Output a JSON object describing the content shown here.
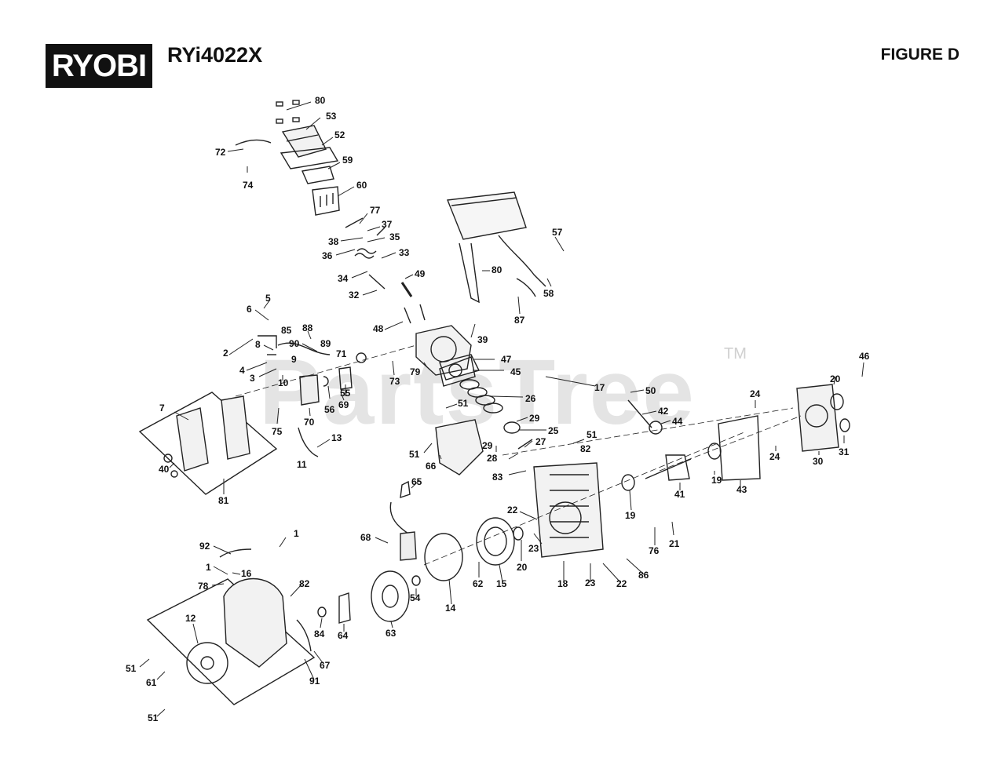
{
  "header": {
    "brand": "RYOBI",
    "model": "RYi4022X",
    "figure": "FIGURE D"
  },
  "watermark": {
    "text": "PartsTree",
    "tm": "TM"
  },
  "parts": [
    {
      "n": "80"
    },
    {
      "n": "53"
    },
    {
      "n": "52"
    },
    {
      "n": "72"
    },
    {
      "n": "74"
    },
    {
      "n": "59"
    },
    {
      "n": "60"
    },
    {
      "n": "77"
    },
    {
      "n": "37"
    },
    {
      "n": "38"
    },
    {
      "n": "35"
    },
    {
      "n": "36"
    },
    {
      "n": "33"
    },
    {
      "n": "34"
    },
    {
      "n": "49"
    },
    {
      "n": "32"
    },
    {
      "n": "57"
    },
    {
      "n": "80"
    },
    {
      "n": "58"
    },
    {
      "n": "87"
    },
    {
      "n": "5"
    },
    {
      "n": "6"
    },
    {
      "n": "48"
    },
    {
      "n": "39"
    },
    {
      "n": "88"
    },
    {
      "n": "85"
    },
    {
      "n": "90"
    },
    {
      "n": "89"
    },
    {
      "n": "2"
    },
    {
      "n": "8"
    },
    {
      "n": "71"
    },
    {
      "n": "9"
    },
    {
      "n": "4"
    },
    {
      "n": "47"
    },
    {
      "n": "3"
    },
    {
      "n": "10"
    },
    {
      "n": "79"
    },
    {
      "n": "45"
    },
    {
      "n": "73"
    },
    {
      "n": "17"
    },
    {
      "n": "46"
    },
    {
      "n": "20"
    },
    {
      "n": "55"
    },
    {
      "n": "69"
    },
    {
      "n": "56"
    },
    {
      "n": "26"
    },
    {
      "n": "50"
    },
    {
      "n": "24"
    },
    {
      "n": "7"
    },
    {
      "n": "51"
    },
    {
      "n": "42"
    },
    {
      "n": "70"
    },
    {
      "n": "75"
    },
    {
      "n": "29"
    },
    {
      "n": "44"
    },
    {
      "n": "25"
    },
    {
      "n": "13"
    },
    {
      "n": "51"
    },
    {
      "n": "30"
    },
    {
      "n": "31"
    },
    {
      "n": "24"
    },
    {
      "n": "11"
    },
    {
      "n": "66"
    },
    {
      "n": "29"
    },
    {
      "n": "27"
    },
    {
      "n": "82"
    },
    {
      "n": "51"
    },
    {
      "n": "28"
    },
    {
      "n": "40"
    },
    {
      "n": "19"
    },
    {
      "n": "43"
    },
    {
      "n": "83"
    },
    {
      "n": "41"
    },
    {
      "n": "81"
    },
    {
      "n": "65"
    },
    {
      "n": "19"
    },
    {
      "n": "22"
    },
    {
      "n": "21"
    },
    {
      "n": "76"
    },
    {
      "n": "68"
    },
    {
      "n": "1"
    },
    {
      "n": "23"
    },
    {
      "n": "92"
    },
    {
      "n": "20"
    },
    {
      "n": "1"
    },
    {
      "n": "16"
    },
    {
      "n": "62"
    },
    {
      "n": "15"
    },
    {
      "n": "18"
    },
    {
      "n": "23"
    },
    {
      "n": "22"
    },
    {
      "n": "86"
    },
    {
      "n": "78"
    },
    {
      "n": "82"
    },
    {
      "n": "54"
    },
    {
      "n": "14"
    },
    {
      "n": "12"
    },
    {
      "n": "84"
    },
    {
      "n": "64"
    },
    {
      "n": "63"
    },
    {
      "n": "67"
    },
    {
      "n": "51"
    },
    {
      "n": "91"
    },
    {
      "n": "61"
    },
    {
      "n": "51"
    }
  ]
}
